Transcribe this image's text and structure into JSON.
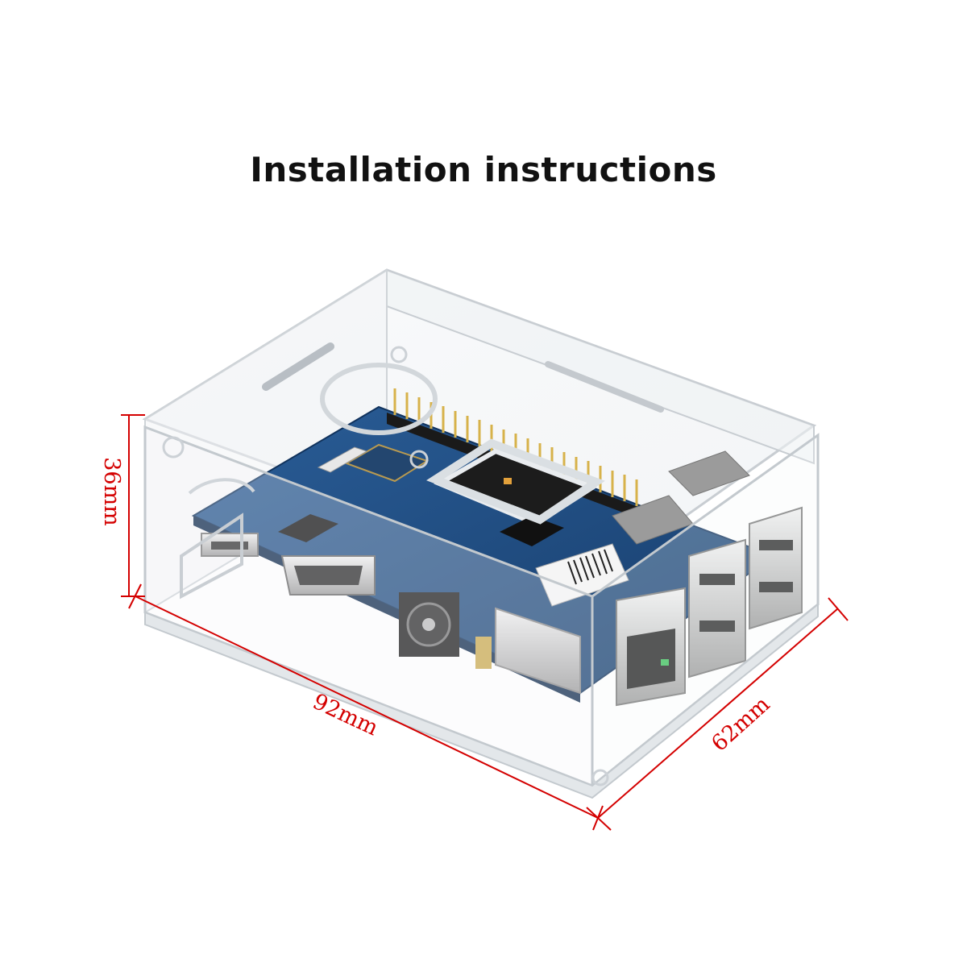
{
  "title": "Installation instructions",
  "dimensions": {
    "height": "36mm",
    "length": "92mm",
    "width": "62mm"
  },
  "colors": {
    "dimension_line": "#d40000",
    "pcb": "#1f4f86",
    "acrylic_edge": "#c8cdd2"
  }
}
